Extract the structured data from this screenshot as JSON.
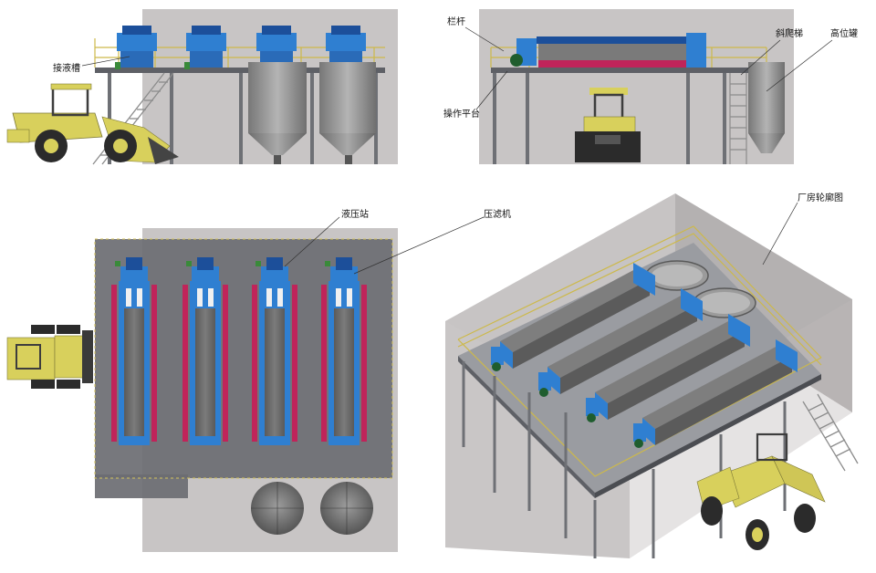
{
  "labels": {
    "liquid_tank": "接液槽",
    "railing": "栏杆",
    "inclined_ladder": "斜爬梯",
    "high_tank": "高位罐",
    "operation_platform": "操作平台",
    "hydraulic_station": "液压站",
    "filter_press": "压滤机",
    "plant_outline": "厂房轮廓图"
  },
  "colors": {
    "wall": "#c9c6c6",
    "wall_dark": "#a9a6a6",
    "press_blue": "#2f7fd1",
    "press_blue_dark": "#1c4f9a",
    "plate_red": "#c0245a",
    "plate_grey": "#6f6f6f",
    "loader_yellow": "#d8d05c",
    "tank_grey": "#8f8f8f",
    "rail_yellow": "#d3c25a",
    "steel": "#7d7f83"
  }
}
